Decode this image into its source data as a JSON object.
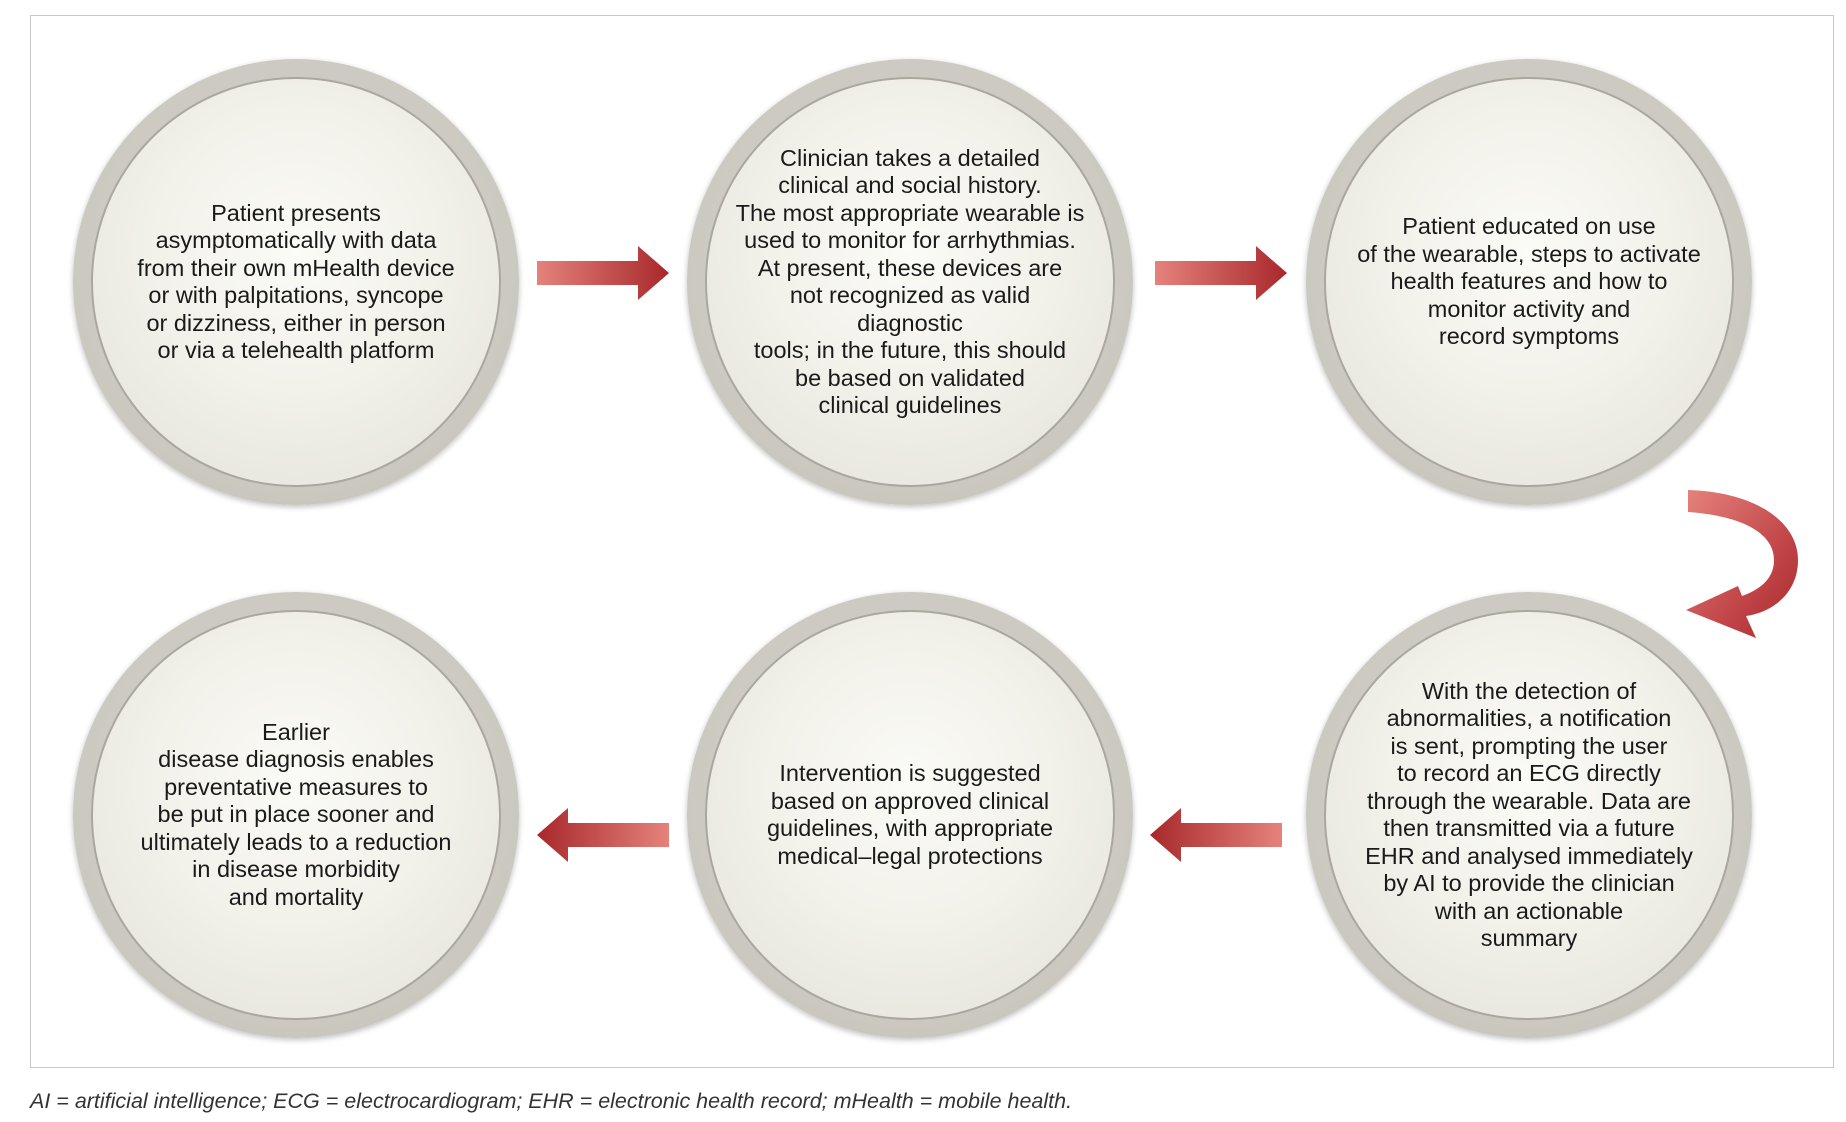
{
  "steps": [
    {
      "text": "Patient presents\nasymptomatically with data\nfrom their own mHealth device\nor with palpitations, syncope\nor dizziness, either in person\nor via a telehealth platform"
    },
    {
      "text": "Clinician takes a detailed\nclinical and social history.\nThe most appropriate wearable is\nused to monitor for arrhythmias.\nAt present, these devices are\nnot recognized as valid diagnostic\ntools; in the future, this should\nbe based on validated\nclinical guidelines"
    },
    {
      "text": "Patient educated on use\nof the wearable, steps to activate\nhealth features and how to\nmonitor activity and\nrecord symptoms"
    },
    {
      "text": "With the detection of\nabnormalities, a notification\nis sent, prompting the user\nto record an ECG directly\nthrough the wearable. Data are\nthen transmitted via a future\nEHR and analysed immediately\nby AI to provide the clinician\nwith an actionable\nsummary"
    },
    {
      "text": "Intervention is suggested\nbased on approved clinical\nguidelines, with appropriate\nmedical–legal protections"
    },
    {
      "text": "Earlier\ndisease diagnosis enables\npreventative measures to\nbe put in place sooner and\nultimately leads to a reduction\nin disease morbidity\nand mortality"
    }
  ],
  "caption": "AI = artificial intelligence; ECG = electrocardiogram; EHR = electronic health record; mHealth = mobile health.",
  "colors": {
    "arrow_light": "#e07a74",
    "arrow_dark": "#a8282b",
    "circle_ring": "#cac8bf",
    "circle_fill": "#f2f1ea"
  }
}
